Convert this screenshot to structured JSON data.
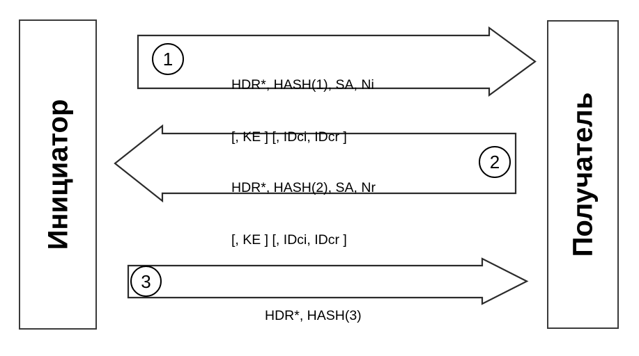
{
  "diagram": {
    "title": "IKE exchange between initiator and receiver",
    "background_color": "#ffffff",
    "line_color": "#2b2b2b",
    "text_color": "#000000"
  },
  "parties": {
    "left": {
      "name": "initiator",
      "label": "Инициатор"
    },
    "right": {
      "name": "receiver",
      "label": "Получатель"
    }
  },
  "messages": [
    {
      "step": "1",
      "direction": "left-to-right",
      "badge_side": "left",
      "lines": [
        "HDR*, HASH(1), SA, Ni",
        "[, KE ] [, IDci, IDcr ]"
      ]
    },
    {
      "step": "2",
      "direction": "right-to-left",
      "badge_side": "right",
      "lines": [
        "HDR*, HASH(2), SA, Nr",
        "[, KE ] [, IDci, IDcr ]"
      ]
    },
    {
      "step": "3",
      "direction": "left-to-right",
      "badge_side": "left",
      "lines": [
        "HDR*, HASH(3)"
      ]
    }
  ]
}
